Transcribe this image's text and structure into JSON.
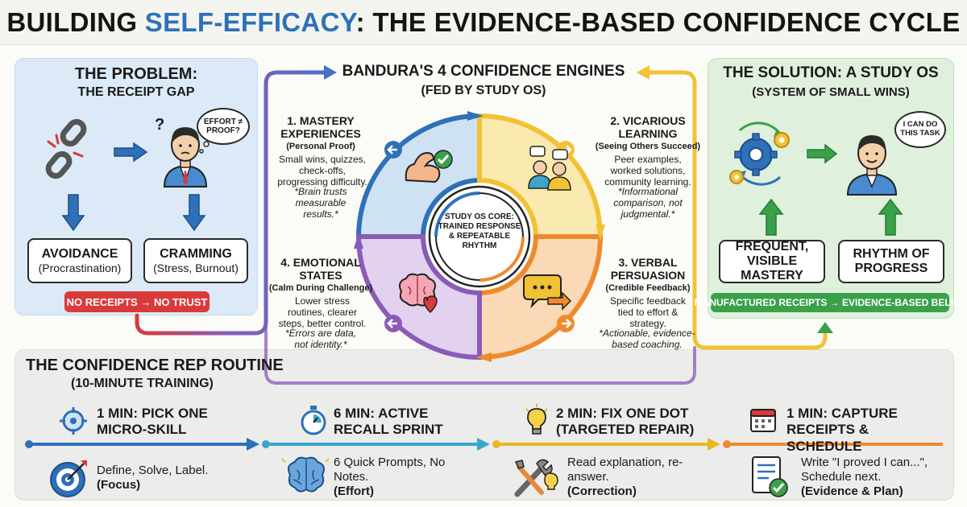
{
  "header": {
    "title_prefix": "BUILDING ",
    "title_accent": "SELF-EFFICACY",
    "title_suffix": ": THE EVIDENCE-BASED CONFIDENCE CYCLE"
  },
  "problem": {
    "title": "THE PROBLEM:",
    "subtitle": "THE RECEIPT GAP",
    "thought": "EFFORT ≠ PROOF?",
    "question_mark": "?",
    "outcomes": [
      {
        "label": "AVOIDANCE",
        "detail": "(Procrastination)"
      },
      {
        "label": "CRAMMING",
        "detail": "(Stress, Burnout)"
      }
    ],
    "badge": "NO RECEIPTS → NO TRUST"
  },
  "engines": {
    "title": "BANDURA'S 4 CONFIDENCE ENGINES",
    "subtitle": "(FED BY STUDY OS)",
    "core": "STUDY OS CORE: TRAINED RESPONSE & REPEATABLE RHYTHM",
    "items": [
      {
        "title": "1. MASTERY EXPERIENCES",
        "sub": "(Personal Proof)",
        "desc": "Small wins, quizzes, check-offs, progressing difficulty.",
        "note": "*Brain trusts measurable results.*",
        "icon": "flexed-arm-check-icon"
      },
      {
        "title": "2. VICARIOUS LEARNING",
        "sub": "(Seeing Others Succeed)",
        "desc": "Peer examples, worked solutions, community learning.",
        "note": "*Informational comparison, not judgmental.*",
        "icon": "peers-chat-icon"
      },
      {
        "title": "3. VERBAL PERSUASION",
        "sub": "(Credible Feedback)",
        "desc": "Specific feedback tied to effort & strategy.",
        "note": "*Actionable, evidence-based coaching.",
        "icon": "speech-bubbles-icon"
      },
      {
        "title": "4. EMOTIONAL STATES",
        "sub": "(Calm During Challenge)",
        "desc": "Lower stress routines, clearer steps, better control.",
        "note": "*Errors are data, not identity.*",
        "icon": "brain-heart-icon"
      }
    ]
  },
  "solution": {
    "title": "THE SOLUTION: A STUDY OS",
    "subtitle": "(SYSTEM OF SMALL WINS)",
    "thought": "I CAN DO THIS TASK",
    "boxes": [
      "FREQUENT, VISIBLE MASTERY",
      "RHYTHM OF PROGRESS"
    ],
    "badge": "MANUFACTURED RECEIPTS → EVIDENCE-BASED BELIEF"
  },
  "routine": {
    "title": "THE CONFIDENCE REP ROUTINE",
    "subtitle": "(10-MINUTE TRAINING)",
    "steps": [
      {
        "title": "1 MIN: PICK ONE MICRO-SKILL",
        "desc": "Define, Solve, Label.",
        "tag": "(Focus)",
        "icon": "crosshair-icon",
        "icon2": "target-icon",
        "color": "#2d6fb8"
      },
      {
        "title": "6 MIN: ACTIVE RECALL SPRINT",
        "desc": "6 Quick Prompts, No Notes.",
        "tag": "(Effort)",
        "icon": "stopwatch-icon",
        "icon2": "brain-icon",
        "color": "#3aa6c8"
      },
      {
        "title": "2 MIN: FIX ONE DOT (TARGETED REPAIR)",
        "desc": "Read explanation, re-answer.",
        "tag": "(Correction)",
        "icon": "lightbulb-icon",
        "icon2": "tools-bulb-icon",
        "color": "#e9b824"
      },
      {
        "title": "1 MIN: CAPTURE RECEIPTS & SCHEDULE",
        "desc": "Write \"I proved I can...\", Schedule next.",
        "tag": "(Evidence & Plan)",
        "icon": "calendar-icon",
        "icon2": "checklist-icon",
        "color": "#ef8a2c"
      }
    ]
  },
  "colors": {
    "blue": "#2e71b8",
    "yellow": "#f2c233",
    "orange": "#ef8a2c",
    "purple": "#8a5bb8",
    "green": "#3aa14a",
    "red": "#d93a3a"
  }
}
